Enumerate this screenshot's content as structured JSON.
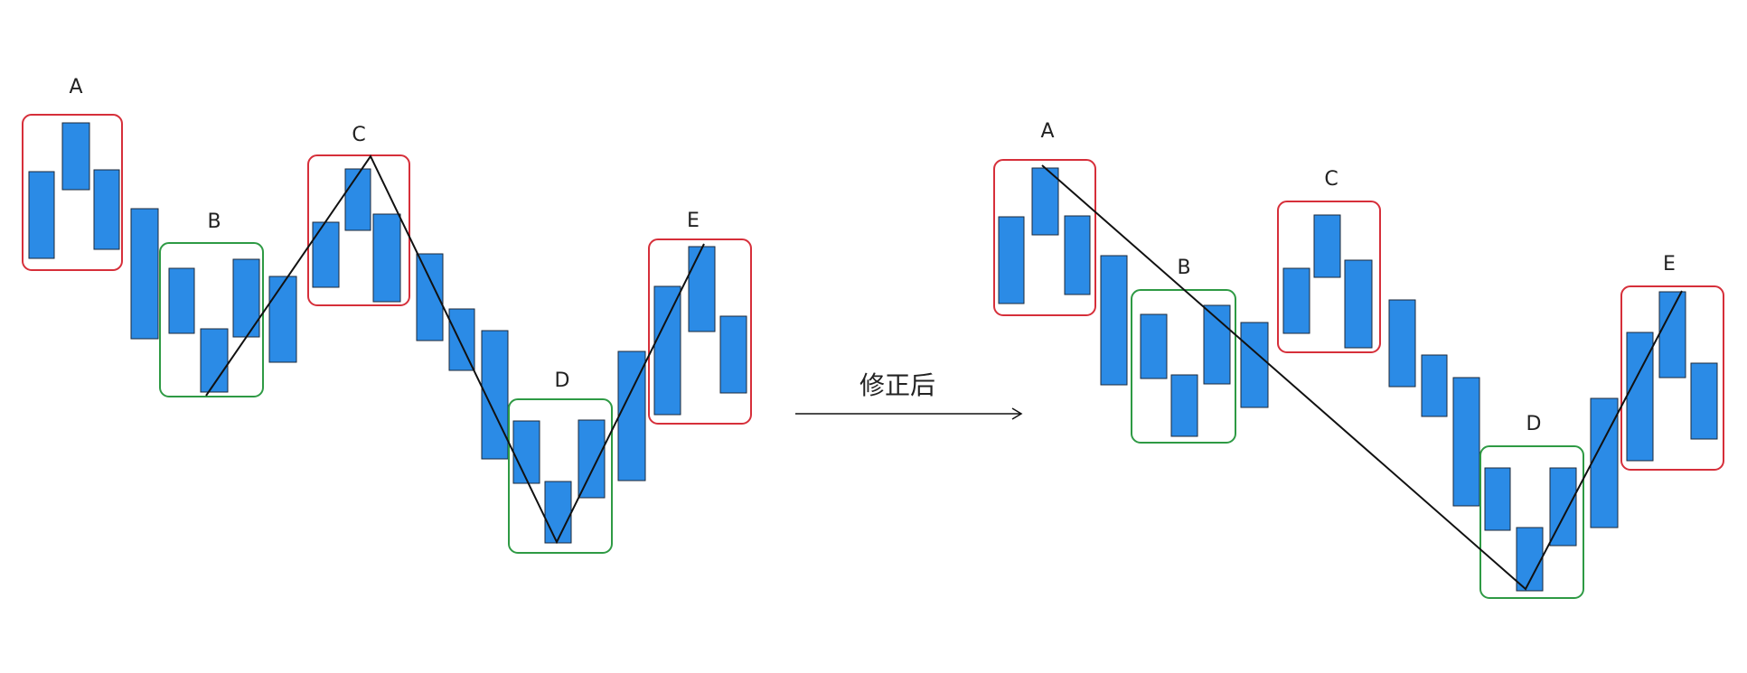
{
  "colors": {
    "bar_fill": "#2B8BE6",
    "bar_stroke": "#1E2A3A",
    "peak_box": "#D62F3A",
    "trough_box": "#2E9A44",
    "line": "#111111"
  },
  "arrow": {
    "label": "修正后"
  },
  "diagrams": [
    {
      "id": "before",
      "labels": [
        {
          "text": "A",
          "box": "peak"
        },
        {
          "text": "B",
          "box": "trough"
        },
        {
          "text": "C",
          "box": "peak"
        },
        {
          "text": "D",
          "box": "trough"
        },
        {
          "text": "E",
          "box": "peak"
        }
      ]
    },
    {
      "id": "after",
      "labels": [
        {
          "text": "A",
          "box": "peak"
        },
        {
          "text": "B",
          "box": "trough"
        },
        {
          "text": "C",
          "box": "peak"
        },
        {
          "text": "D",
          "box": "trough"
        },
        {
          "text": "E",
          "box": "peak"
        }
      ]
    }
  ]
}
